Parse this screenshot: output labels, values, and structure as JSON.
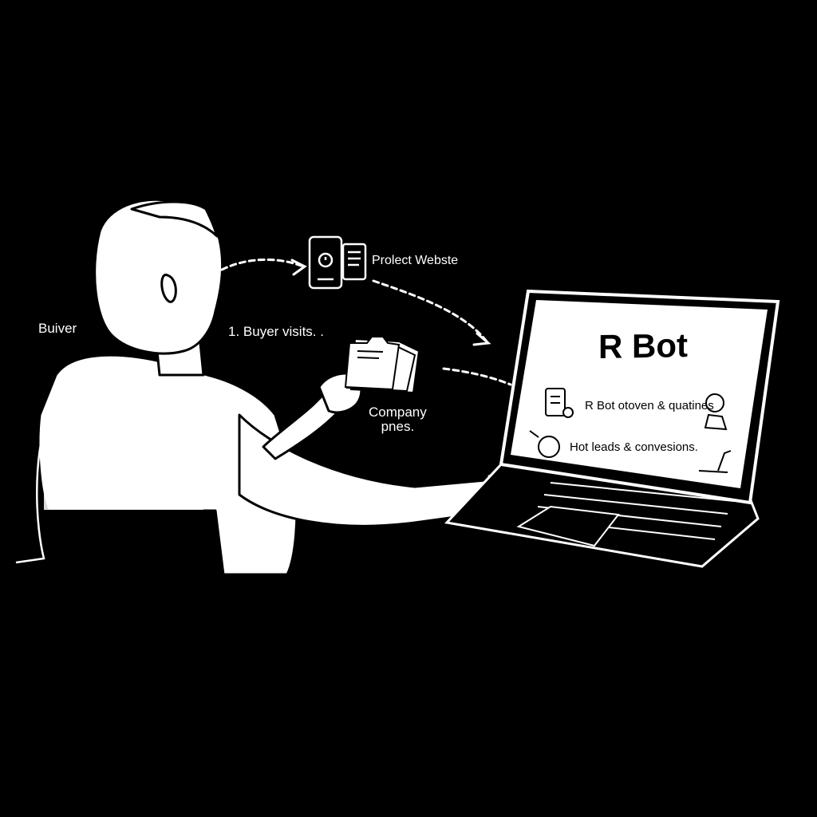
{
  "labels": {
    "buyer": "Buiver",
    "step": "1. Buyer visits. .",
    "website": "Prolect Webste",
    "company_line1": "Company",
    "company_line2": "pnes."
  },
  "screen": {
    "title": "R Bot",
    "line1": "R Bot otoven & quatines",
    "line2": "Hot leads & convesions."
  },
  "colors": {
    "background": "#000000",
    "line": "#ffffff",
    "screen": "#ffffff"
  }
}
